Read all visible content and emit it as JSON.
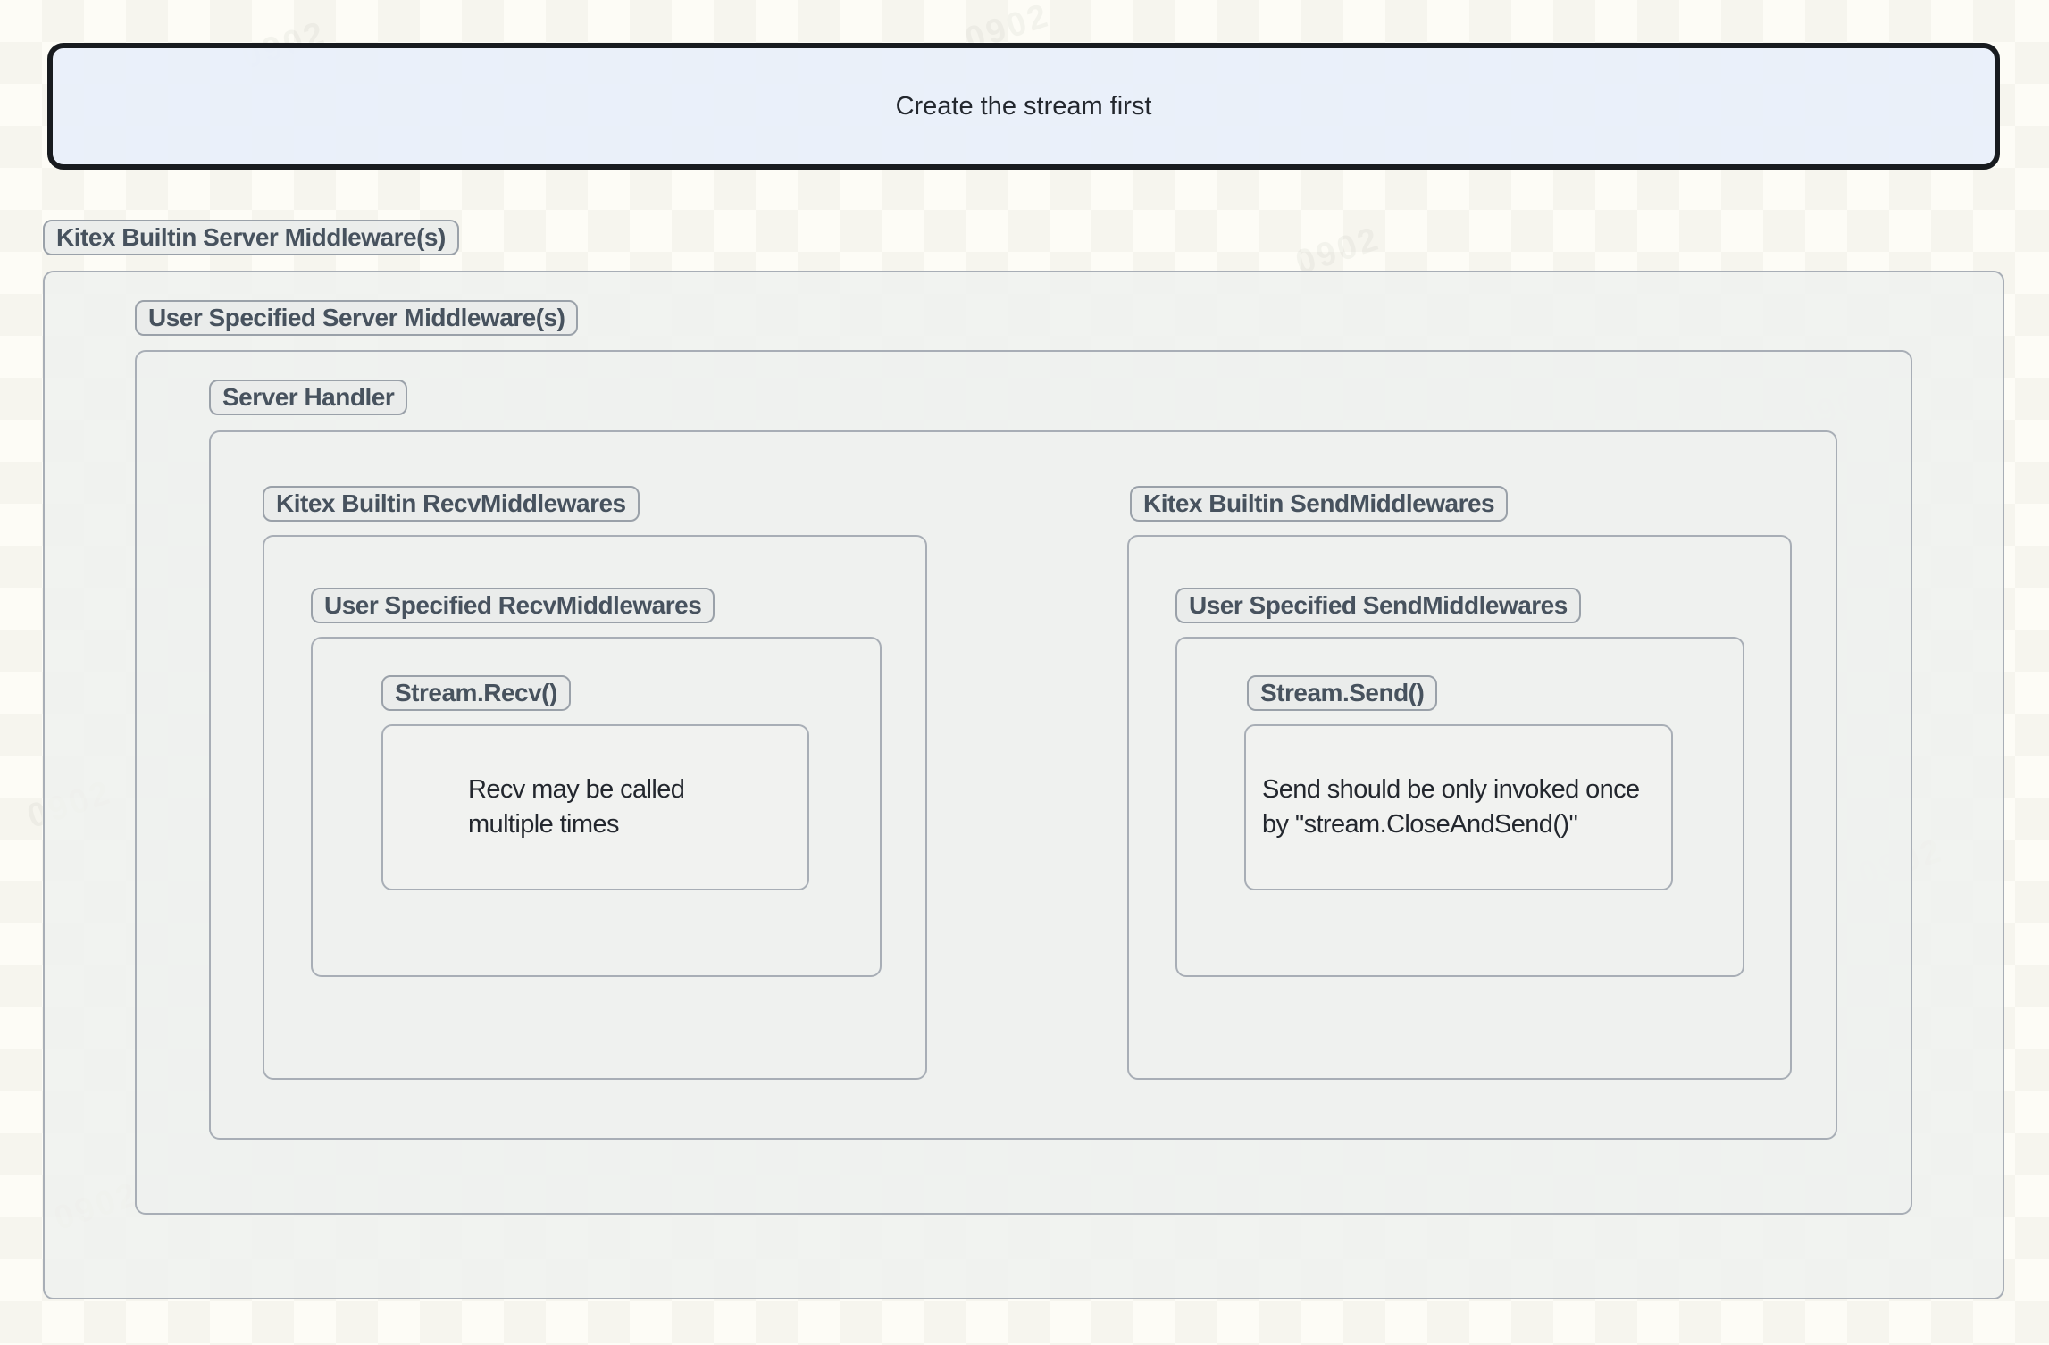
{
  "diagram": {
    "top_note": "Create the stream first",
    "badges": {
      "builtin_server": "Kitex Builtin Server Middleware(s)",
      "user_server": "User Specified Server Middleware(s)",
      "server_handler": "Server Handler",
      "builtin_recv": "Kitex Builtin RecvMiddlewares",
      "user_recv": "User Specified RecvMiddlewares",
      "stream_recv": "Stream.Recv()",
      "builtin_send": "Kitex Builtin SendMiddlewares",
      "user_send": "User Specified SendMiddlewares",
      "stream_send": "Stream.Send()"
    },
    "notes": {
      "recv": "Recv may be called\nmultiple times",
      "send": "Send should be only invoked once\nby \"stream.CloseAndSend()\""
    },
    "watermark": "0902",
    "colors": {
      "page_checker_light": "#fdfcf6",
      "page_checker_dark": "#f6f5ee",
      "top_note_fill": "#e9effa",
      "top_note_border": "#181b1f",
      "layer_fill": "#f0f2ef",
      "layer_border": "#a8aeb6",
      "badge_fill": "#e9ebea",
      "badge_border": "#9aa1a9",
      "badge_text": "#47525e",
      "body_text": "#23272e"
    }
  }
}
